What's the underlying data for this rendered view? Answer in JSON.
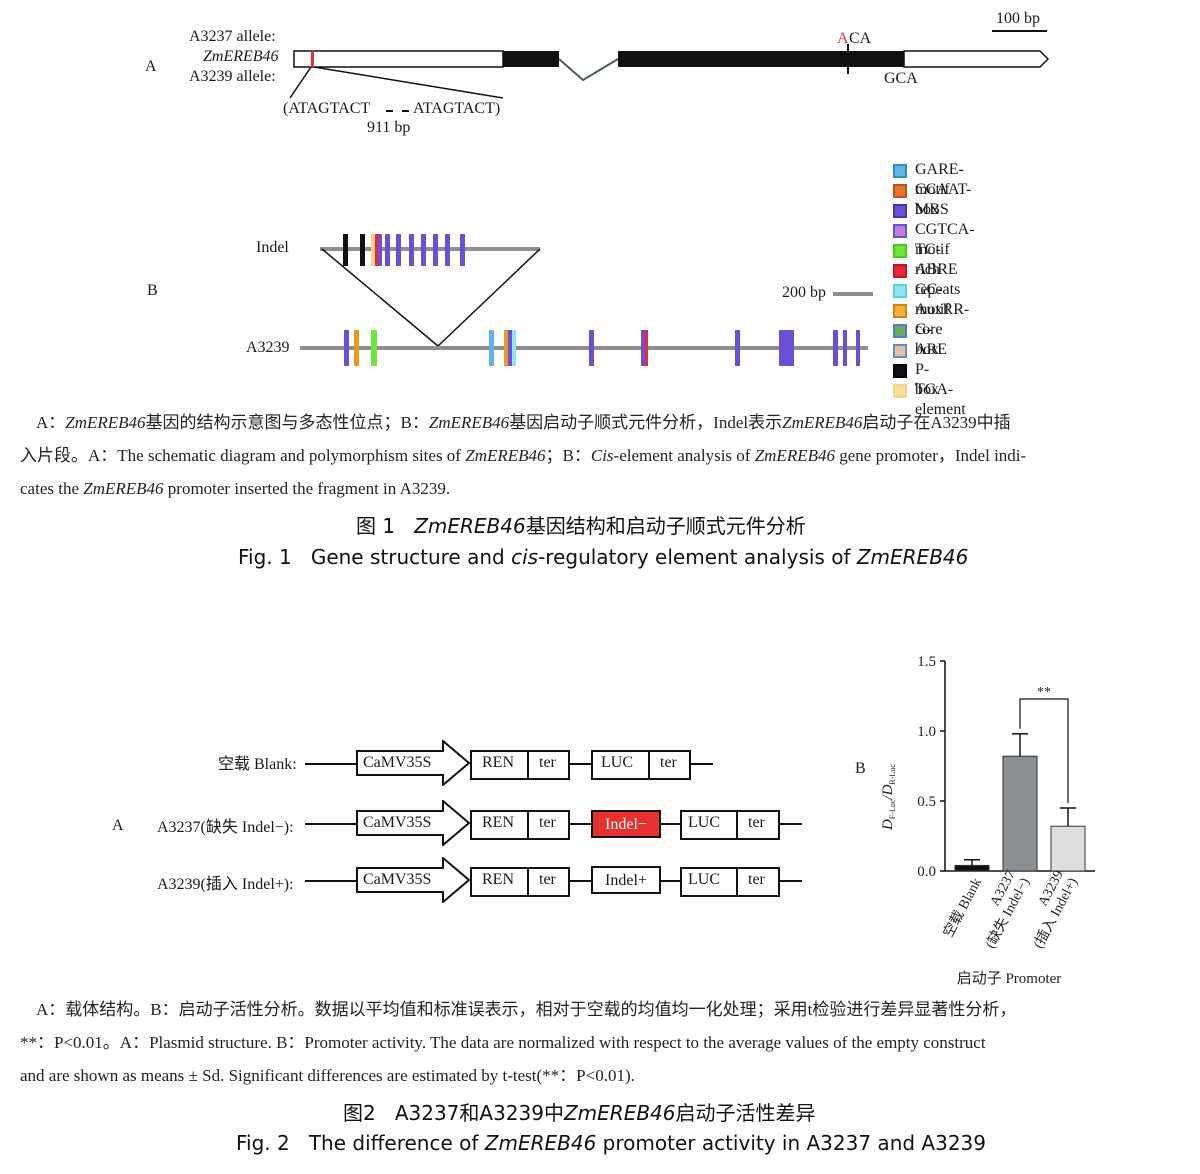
{
  "fig1": {
    "panel_a_label": "A",
    "panel_b_label": "B",
    "a3237_allele_label": "A3237 allele:",
    "gene_name": "ZmEREB46",
    "a3239_allele_label": "A3239 allele:",
    "scale_bar_label": "100 bp",
    "snp_top_base_red": "A",
    "snp_top_rest": "CA",
    "snp_bottom": "GCA",
    "indel_seq_left": "(ATAGTACT",
    "indel_seq_right": "ATAGTACT)",
    "indel_size": "911 bp",
    "indel_label": "Indel",
    "a3239_label": "A3239",
    "scale_200_label": "200 bp",
    "legend": [
      {
        "name": "GARE-motif",
        "fill": "#5fb3e6",
        "border": "#2f8fc9"
      },
      {
        "name": "CCAAT-box",
        "fill": "#e8712f",
        "border": "#b9531a"
      },
      {
        "name": "MBS",
        "fill": "#6b4fd6",
        "border": "#4a35a8"
      },
      {
        "name": "CGTCA-motif",
        "fill": "#c879d8",
        "border": "#4f5fd0"
      },
      {
        "name": "TC-rich repeats",
        "fill": "#6be63c",
        "border": "#4cc41f"
      },
      {
        "name": "ABRE",
        "fill": "#e8273a",
        "border": "#c01526"
      },
      {
        "name": "GC-motif",
        "fill": "#8fe6ef",
        "border": "#5fd0e0"
      },
      {
        "name": "AuxRR-core",
        "fill": "#f2b33c",
        "border": "#c9870f"
      },
      {
        "name": "G-box",
        "fill": "#6aa864",
        "border": "#4a7fc9"
      },
      {
        "name": "ARE",
        "fill": "#e8c0a0",
        "border": "#5a8fc9"
      },
      {
        "name": "P-box",
        "fill": "#111111",
        "border": "#000000"
      },
      {
        "name": "TGA-element",
        "fill": "#f7dc9a",
        "border": "#f2d58c"
      }
    ],
    "caption_zh_line1_parts": [
      "A：",
      "ZmEREB46",
      "基因的结构示意图与多态性位点；B：",
      "ZmEREB46",
      "基因启动子顺式元件分析，Indel表示",
      "ZmEREB46",
      "启动子在A3239中插"
    ],
    "caption_zh_line2_parts": [
      "入片段。A：The schematic diagram and polymorphism sites of ",
      "ZmEREB46",
      "；B：",
      "Cis",
      "-element analysis of ",
      "ZmEREB46",
      " gene promoter，Indel indi-"
    ],
    "caption_line3_parts": [
      "cates the ",
      "ZmEREB46",
      " promoter inserted the fragment in A3239."
    ],
    "title_zh_prefix": "图 1",
    "title_zh_gene": "ZmEREB46",
    "title_zh_rest": "基因结构和启动子顺式元件分析",
    "title_en_prefix": "Fig. 1",
    "title_en_a": "Gene structure and ",
    "title_en_cis": "cis",
    "title_en_b": "-regulatory element analysis of ",
    "title_en_gene": "ZmEREB46"
  },
  "fig2": {
    "panel_a_label": "A",
    "panel_b_label": "B",
    "rows": [
      {
        "label": "空载 Blank:",
        "promoter": "CaMV35S",
        "ren": "REN",
        "ter": "ter",
        "indel": "",
        "luc": "LUC",
        "ter2": "ter"
      },
      {
        "label": "A3237(缺失 Indel−):",
        "promoter": "CaMV35S",
        "ren": "REN",
        "ter": "ter",
        "indel": "Indel−",
        "luc": "LUC",
        "ter2": "ter"
      },
      {
        "label": "A3239(插入 Indel+):",
        "promoter": "CaMV35S",
        "ren": "REN",
        "ter": "ter",
        "indel": "Indel+",
        "luc": "LUC",
        "ter2": "ter"
      }
    ],
    "indel_minus_color": "#e8302f",
    "caption_zh_line1": "A：载体结构。B：启动子活性分析。数据以平均值和标准误表示，相对于空载的均值均一化处理；采用t检验进行差异显著性分析，",
    "caption_line2": "**：P<0.01。A：Plasmid structure. B：Promoter activity. The data are normalized with respect to the average values of the empty construct",
    "caption_line3": "and are shown as means ± Sd. Significant differences are estimated by t-test(**：P<0.01).",
    "title_zh_prefix": "图2",
    "title_zh_a": "A3237和A3239中",
    "title_zh_gene": "ZmEREB46",
    "title_zh_rest": "启动子活性差异",
    "title_en_prefix": "Fig. 2",
    "title_en_a": "The difference of ",
    "title_en_gene": "ZmEREB46",
    "title_en_b": " promoter activity in A3237 and A3239"
  },
  "chart_data": {
    "type": "bar",
    "categories": [
      "空载 Blank",
      "A3237 (缺失 Indel−)",
      "A3239 (插入 Indel+)"
    ],
    "tick_label_lines": [
      [
        "空载 Blank"
      ],
      [
        "A3237",
        "(缺失 Indel−)"
      ],
      [
        "A3239",
        "(插入 Indel+)"
      ]
    ],
    "values": [
      0.04,
      0.82,
      0.32
    ],
    "errors": [
      0.04,
      0.16,
      0.13
    ],
    "colors": [
      "#111111",
      "#8a8f93",
      "#dcdedd"
    ],
    "ylim": [
      0,
      1.5
    ],
    "yticks": [
      0.0,
      0.5,
      1.0,
      1.5
    ],
    "ytick_labels": [
      "0.0",
      "0.5",
      "1.0",
      "1.5"
    ],
    "ylabel_main": "D",
    "ylabel_sub1": "F-Luc",
    "ylabel_slash": "/",
    "ylabel_main2": "D",
    "ylabel_sub2": "R-Luc",
    "xlabel": "启动子 Promoter",
    "significance": {
      "between": [
        1,
        2
      ],
      "label": "**"
    },
    "grid": false
  }
}
